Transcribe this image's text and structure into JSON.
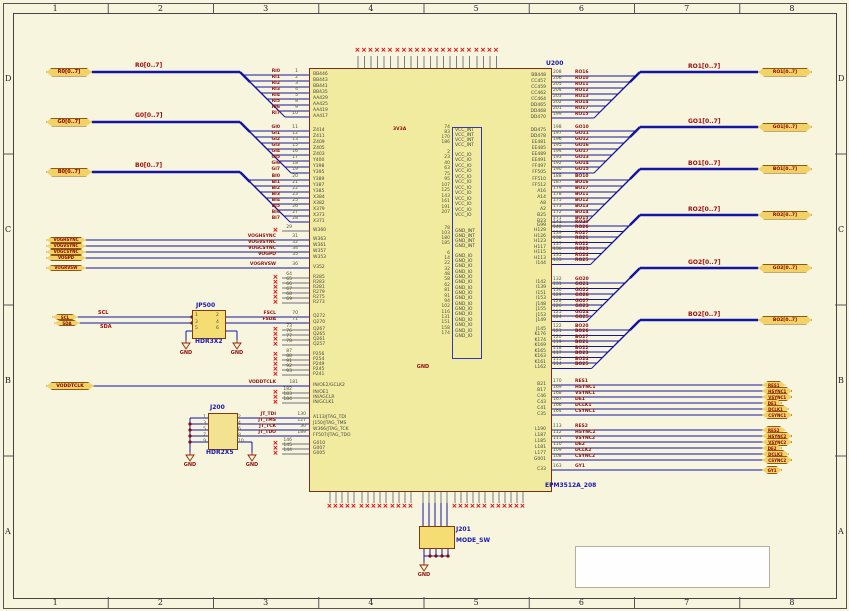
{
  "sheet": {
    "cols": [
      "1",
      "2",
      "3",
      "4",
      "5",
      "6",
      "7",
      "8"
    ],
    "rows": [
      "D",
      "C",
      "B",
      "A"
    ]
  },
  "ic": {
    "ref": "U200",
    "part": "EPM3512A_208"
  },
  "power": {
    "vcc_net": "3V3A",
    "gnd_label": "GND",
    "vcc_int": {
      "label": "VCC_INT",
      "pins": [
        "74",
        "83",
        "170",
        "186"
      ]
    },
    "vcc_io": {
      "label": "VCC_IO",
      "pins": [
        "2",
        "23",
        "40",
        "63",
        "75",
        "95",
        "107",
        "125",
        "143",
        "161",
        "191",
        "207"
      ]
    },
    "gnd_int": {
      "label": "GND_INT",
      "pins": [
        "78",
        "103",
        "180",
        "185"
      ]
    },
    "gnd_io": {
      "label": "GND_IO",
      "pins": [
        "6",
        "14",
        "22",
        "32",
        "48",
        "58",
        "62",
        "81",
        "91",
        "94",
        "102",
        "116",
        "131",
        "151",
        "158",
        "174"
      ]
    }
  },
  "left_buses": [
    {
      "label": "R0[0..7]",
      "wire": "R0[0..7]",
      "pins": [
        [
          "RI0",
          "1",
          "BB446"
        ],
        [
          "RI1",
          "2",
          "BB443"
        ],
        [
          "RI2",
          "3",
          "BB441"
        ],
        [
          "RI3",
          "4",
          "BB435"
        ],
        [
          "RI4",
          "5",
          "AA429"
        ],
        [
          "RI5",
          "8",
          "AA425"
        ],
        [
          "RI6",
          "9",
          "AA419"
        ],
        [
          "RI7",
          "10",
          "AA417"
        ]
      ]
    },
    {
      "label": "G0[0..7]",
      "wire": "G0[0..7]",
      "pins": [
        [
          "GI0",
          "11",
          "Z414"
        ],
        [
          "GI1",
          "12",
          "Z411"
        ],
        [
          "GI2",
          "13",
          "Z409"
        ],
        [
          "GI3",
          "15",
          "Z405"
        ],
        [
          "GI4",
          "16",
          "Z403"
        ],
        [
          "GI5",
          "17",
          "Y400"
        ],
        [
          "GI6",
          "18",
          "Y398"
        ],
        [
          "GI7",
          "19",
          "Y395"
        ]
      ]
    },
    {
      "label": "B0[0..7]",
      "wire": "B0[0..7]",
      "pins": [
        [
          "BI0",
          "20",
          "Y389"
        ],
        [
          "BI1",
          "21",
          "Y387"
        ],
        [
          "BI2",
          "22",
          "Y385"
        ],
        [
          "BI3",
          "23",
          "X384"
        ],
        [
          "BI4",
          "25",
          "X382"
        ],
        [
          "BI5",
          "26",
          "X379"
        ],
        [
          "BI6",
          "27",
          "X373"
        ],
        [
          "BI7",
          "28",
          "X371"
        ]
      ]
    }
  ],
  "vog": {
    "ports": [
      "VOGHSYNC",
      "VOGVSYNC",
      "VOGCSYNC",
      "VOGPD",
      "VOGRVSW"
    ],
    "nums": [
      "31",
      "32",
      "34",
      "35",
      "36"
    ],
    "names": [
      "W363",
      "W361",
      "W357",
      "W353",
      "V352"
    ]
  },
  "i2c": {
    "ports": [
      "SCL",
      "SDA"
    ],
    "wire_labels": [
      "SCL",
      "SDA"
    ],
    "out": [
      "FSCL",
      "FSDA"
    ],
    "nums": [
      "70",
      "71"
    ],
    "names": [
      "Q272",
      "Q270"
    ]
  },
  "tclk": {
    "port": "VODDTCLK",
    "net": "VODDTCLK",
    "num": "181",
    "name": "IN/OE2/GCLK2"
  },
  "jtag": {
    "nets": [
      "JT_TDI",
      "JT_TMS",
      "JT_TCK",
      "JT_TDO"
    ],
    "nums": [
      "130",
      "127",
      "30",
      "189"
    ],
    "names": [
      "A113/JTAG_TDI",
      "J150/JTAG_TMS",
      "W366/JTAG_TCK",
      "FF507/JTAG_TDO"
    ]
  },
  "left_nc": [
    [
      "29",
      "W360"
    ],
    [
      "64",
      "R285"
    ],
    [
      "65",
      "R283"
    ],
    [
      "66",
      "R281"
    ],
    [
      "67",
      "R279"
    ],
    [
      "68",
      "R275"
    ],
    [
      "69",
      "R273"
    ],
    [
      "73",
      "Q267"
    ],
    [
      "76",
      "Q265"
    ],
    [
      "77",
      "Q261"
    ],
    [
      "78",
      "Q257"
    ],
    [
      "87",
      "P256"
    ],
    [
      "88",
      "P254"
    ],
    [
      "91",
      "P249"
    ],
    [
      "92",
      "P245"
    ],
    [
      "93",
      "P241"
    ],
    [
      "182",
      "IN/OE1"
    ],
    [
      "183",
      "IN/AGCLR"
    ],
    [
      "184",
      "IN/GCLK1"
    ],
    [
      "146",
      "G010"
    ],
    [
      "145",
      "G007"
    ],
    [
      "144",
      "G005"
    ]
  ],
  "right_buses": [
    {
      "label": "RO1[0..7]",
      "wire": "RO1[0..7]",
      "pins": [
        [
          "208",
          "BB448",
          "RO16"
        ],
        [
          "206",
          "CC457",
          "RO10"
        ],
        [
          "205",
          "CC459",
          "RO11"
        ],
        [
          "204",
          "CC462",
          "RO12"
        ],
        [
          "203",
          "CC464",
          "RO13"
        ],
        [
          "202",
          "DD465",
          "RO14"
        ],
        [
          "201",
          "DD468",
          "RO17"
        ],
        [
          "199",
          "DD470",
          "RO15"
        ]
      ]
    },
    {
      "label": "GO1[0..7]",
      "wire": "GO1[0..7]",
      "pins": [
        [
          "198",
          "DD475",
          "GO10"
        ],
        [
          "197",
          "DD478",
          "GO11"
        ],
        [
          "196",
          "EE481",
          "GO12"
        ],
        [
          "195",
          "EE485",
          "GO16"
        ],
        [
          "194",
          "EE489",
          "GO17"
        ],
        [
          "193",
          "EE491",
          "GO13"
        ],
        [
          "192",
          "FF497",
          "GO14"
        ],
        [
          "190",
          "FF505",
          "GO15"
        ]
      ]
    },
    {
      "label": "BO1[0..7]",
      "wire": "BO1[0..7]",
      "pins": [
        [
          "188",
          "FF510",
          "BO10"
        ],
        [
          "187",
          "FF512",
          "BO16"
        ],
        [
          "179",
          "A16",
          "BO17"
        ],
        [
          "178",
          "A14",
          "BO11"
        ],
        [
          "175",
          "A8",
          "BO12"
        ],
        [
          "173",
          "A2",
          "BO13"
        ],
        [
          "172",
          "B25",
          "BO14"
        ],
        [
          "171",
          "B23",
          "BO15"
        ]
      ]
    },
    {
      "label": "RO2[0..7]",
      "wire": "RO2[0..7]",
      "pins": [
        [
          "141",
          "G99",
          "RO20"
        ],
        [
          "140",
          "H129",
          "RO26"
        ],
        [
          "139",
          "H126",
          "RO27"
        ],
        [
          "138",
          "H123",
          "RO21"
        ],
        [
          "137",
          "H117",
          "RO22"
        ],
        [
          "136",
          "H115",
          "RO23"
        ],
        [
          "135",
          "H113",
          "RO24"
        ],
        [
          "133",
          "I144",
          "RO25"
        ]
      ]
    },
    {
      "label": "GO2[0..7]",
      "wire": "GO2[0..7]",
      "pins": [
        [
          "132",
          "I142",
          "GO20"
        ],
        [
          "131",
          "I139",
          "GO21"
        ],
        [
          "130",
          "I151",
          "GO22"
        ],
        [
          "129",
          "I153",
          "GO26"
        ],
        [
          "128",
          "J148",
          "GO27"
        ],
        [
          "126",
          "J155",
          "GO23"
        ],
        [
          "125",
          "J153",
          "GO24"
        ],
        [
          "124",
          "J149",
          "GO25"
        ]
      ]
    },
    {
      "label": "BO2[0..7]",
      "wire": "BO2[0..7]",
      "pins": [
        [
          "122",
          "J145",
          "BO20"
        ],
        [
          "121",
          "K176",
          "BO26"
        ],
        [
          "120",
          "K174",
          "BO27"
        ],
        [
          "119",
          "K169",
          "BO21"
        ],
        [
          "118",
          "K165",
          "BO22"
        ],
        [
          "117",
          "K163",
          "BO23"
        ],
        [
          "115",
          "K161",
          "BO24"
        ],
        [
          "114",
          "L162",
          "BO25"
        ]
      ]
    }
  ],
  "right_signals": [
    [
      [
        "170",
        "B21",
        "RES1"
      ],
      [
        "169",
        "B17",
        "HSYNC1"
      ],
      [
        "168",
        "C46",
        "VSYNC1"
      ],
      [
        "167",
        "C43",
        "DE1"
      ],
      [
        "166",
        "C41",
        "DCLK1"
      ],
      [
        "164",
        "C35",
        "CSYNC1"
      ]
    ],
    [
      [
        "113",
        "L190",
        "RES2"
      ],
      [
        "112",
        "L187",
        "HSYNC2"
      ],
      [
        "111",
        "L185",
        "VSYNC2"
      ],
      [
        "110",
        "L181",
        "DE2"
      ],
      [
        "109",
        "L177",
        "DCLK2"
      ],
      [
        "108",
        "G001",
        "CSYNC2"
      ]
    ],
    [
      [
        "163",
        "C33",
        "GY1"
      ]
    ]
  ],
  "jp500": {
    "ref": "JP500",
    "type": "HDR3X2",
    "left_pins": [
      "1",
      "3",
      "5"
    ],
    "right_pins": [
      "2",
      "4",
      "6"
    ]
  },
  "j200": {
    "ref": "J200",
    "type": "HDR2X5",
    "left_pins": [
      "1",
      "3",
      "5",
      "7",
      "9"
    ],
    "right_pins": [
      "2",
      "4",
      "6",
      "8",
      "10"
    ]
  },
  "j201": {
    "ref": "J201",
    "type": "MODE_SW"
  }
}
